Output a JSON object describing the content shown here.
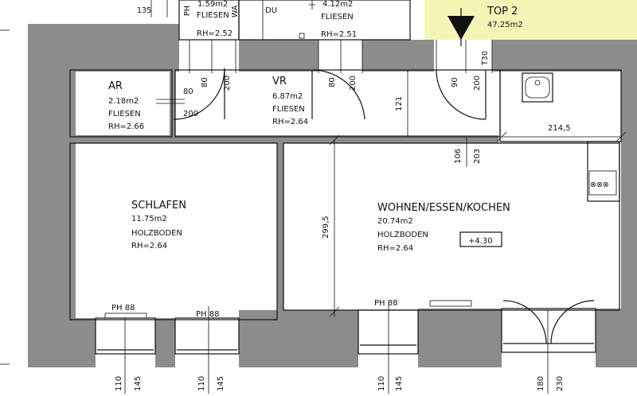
{
  "top_label": {
    "name": "TOP 2",
    "area": "47.25m2",
    "colors": {
      "highlight": "#f5f5b8",
      "wall": "#8c8c8c"
    }
  },
  "top_strip": {
    "val_135": "135",
    "ph": "PH",
    "room1_area": "1.59m2",
    "room1_floor": "FLIESEN",
    "room1_rh": "RH=2.52",
    "wa": "WA",
    "du": "DU",
    "room2_area": "4.12m2",
    "room2_floor": "FLIESEN",
    "room2_rh": "RH=2.51",
    "t30": "T30"
  },
  "rooms": {
    "ar": {
      "name": "AR",
      "area": "2.18m2",
      "floor": "FLIESEN",
      "rh": "RH=2.66"
    },
    "vr": {
      "name": "VR",
      "area": "6.87m2",
      "floor": "FLIESEN",
      "rh": "RH=2.64"
    },
    "schlafen": {
      "name": "SCHLAFEN",
      "area": "11.75m2",
      "floor": "HOLZBODEN",
      "rh": "RH=2.64"
    },
    "wohnen": {
      "name": "WOHNEN/ESSEN/KOCHEN",
      "area": "20.74m2",
      "floor": "HOLZBODEN",
      "rh": "RH=2.64"
    }
  },
  "level_tag": "+4.30",
  "dimensions": {
    "ar_door_80": "80",
    "ar_door_200": "200",
    "vr_door1_80": "80",
    "vr_door1_200": "200",
    "top_door_80": "80",
    "top_door_200": "200",
    "entry_90": "90",
    "entry_200": "200",
    "vr_121": "121",
    "kitchen_214_5": "214,5",
    "k_106": "106",
    "k_203": "203",
    "w_299_5": "299,5",
    "win1_110": "110",
    "win1_145": "145",
    "win2_110": "110",
    "win2_145": "145",
    "win3_110": "110",
    "win3_145": "145",
    "balc_180": "180",
    "balc_230": "230"
  },
  "parapets": {
    "ph1": "PH 88",
    "ph2": "PH 88",
    "ph3": "PH 88"
  }
}
